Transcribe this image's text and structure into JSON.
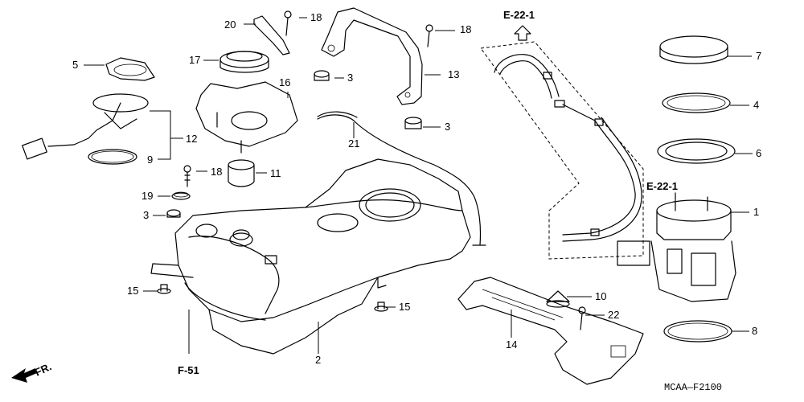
{
  "diagram": {
    "code": "MCAA—F2100",
    "refs": {
      "e22_top": "E-22-1",
      "e22_right": "E-22-1",
      "f51": "F-51",
      "front": "FR."
    },
    "callouts": {
      "c20": "20",
      "c18a": "18",
      "c18b": "18",
      "c5": "5",
      "c17": "17",
      "c16": "16",
      "c3a": "3",
      "c13": "13",
      "c3b": "3",
      "c12": "12",
      "c9": "9",
      "c21": "21",
      "c18c": "18",
      "c11": "11",
      "c19": "19",
      "c3c": "3",
      "c7": "7",
      "c4": "4",
      "c6": "6",
      "c1": "1",
      "c15a": "15",
      "c15b": "15",
      "c10": "10",
      "c22": "22",
      "c14": "14",
      "c2": "2",
      "c8": "8"
    }
  }
}
